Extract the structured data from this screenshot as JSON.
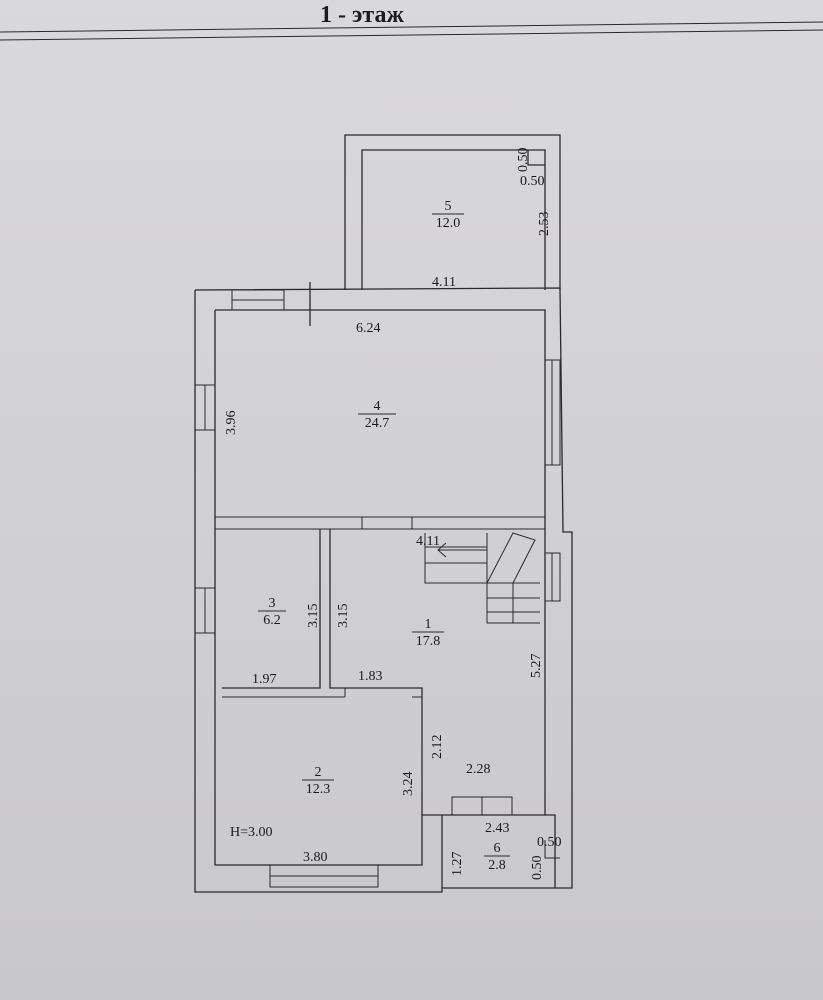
{
  "floor_title": "1 - этаж",
  "rooms": [
    {
      "number": "5",
      "area": "12.0"
    },
    {
      "number": "4",
      "area": "24.7"
    },
    {
      "number": "3",
      "area": "6.2"
    },
    {
      "number": "1",
      "area": "17.8"
    },
    {
      "number": "2",
      "area": "12.3"
    },
    {
      "number": "6",
      "area": "2.8"
    }
  ],
  "dimensions": {
    "r5_notch_v": "0.50",
    "r5_notch_h": "0.50",
    "r5_height": "2.53",
    "r5_width": "4.11",
    "r4_width": "6.24",
    "r4_height": "3.96",
    "hall_width": "4.11",
    "r3_height": "3.15",
    "r1_height_left": "3.15",
    "r1_height_right": "5.27",
    "r3_width": "1.97",
    "r1_width_mid": "1.83",
    "r1_offset": "2.12",
    "r1_width_low": "2.28",
    "r2_height": "3.24",
    "r6_width": "2.43",
    "r6_notch_h": "0.50",
    "r6_height": "1.27",
    "r6_notch_v": "0.50",
    "r2_width": "3.80",
    "ceiling_height": "H=3.00"
  }
}
